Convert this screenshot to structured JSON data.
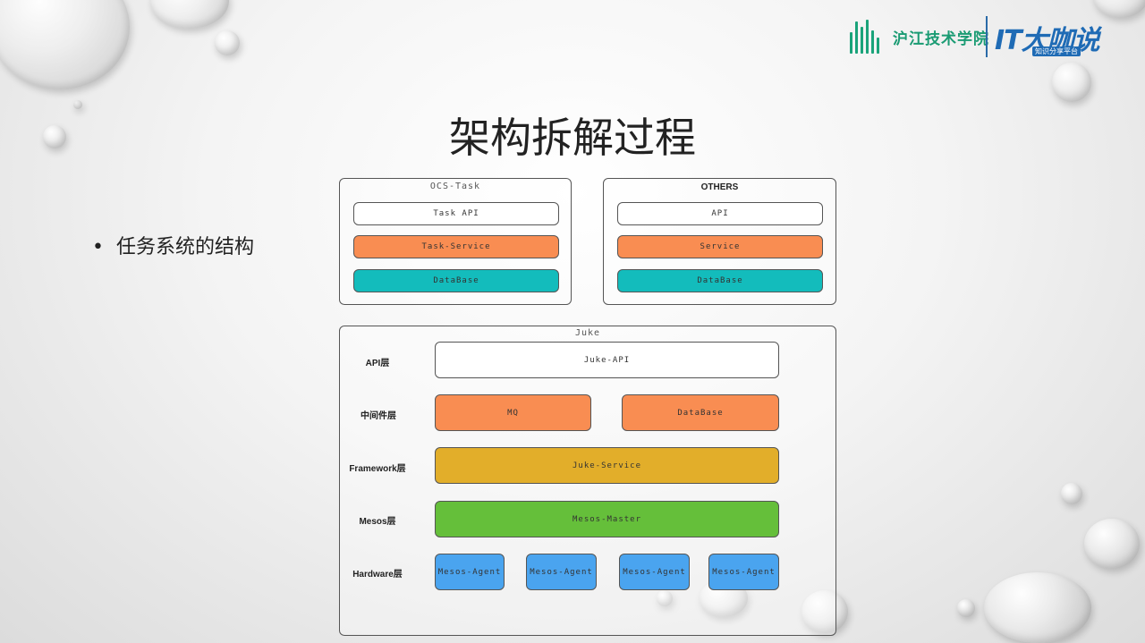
{
  "brand": {
    "school": "沪江技术学院",
    "it": "IT大咖说",
    "it_sub": "知识分享平台"
  },
  "slide": {
    "title": "架构拆解过程",
    "bullet": "任务系统的结构"
  },
  "panels": {
    "left": {
      "title": "OCS-Task",
      "api": "Task API",
      "service": "Task-Service",
      "db": "DataBase"
    },
    "right": {
      "title": "OTHERS",
      "api": "API",
      "service": "Service",
      "db": "DataBase"
    }
  },
  "juke": {
    "title": "Juke",
    "layers": {
      "api": "API层",
      "middleware": "中间件层",
      "framework": "Framework层",
      "mesos": "Mesos层",
      "hardware": "Hardware层"
    },
    "juke_api": "Juke-API",
    "mq": "MQ",
    "database": "DataBase",
    "juke_service": "Juke-Service",
    "mesos_master": "Mesos-Master",
    "agents": [
      "Mesos-Agent",
      "Mesos-Agent",
      "Mesos-Agent",
      "Mesos-Agent"
    ]
  },
  "colors": {
    "orange": "#f98d52",
    "teal": "#13bcbc",
    "yellow": "#e2ae2a",
    "green": "#65bf3a",
    "blue": "#4aa4ef",
    "brand_green": "#1a9b73",
    "brand_blue": "#1f6bb5"
  }
}
